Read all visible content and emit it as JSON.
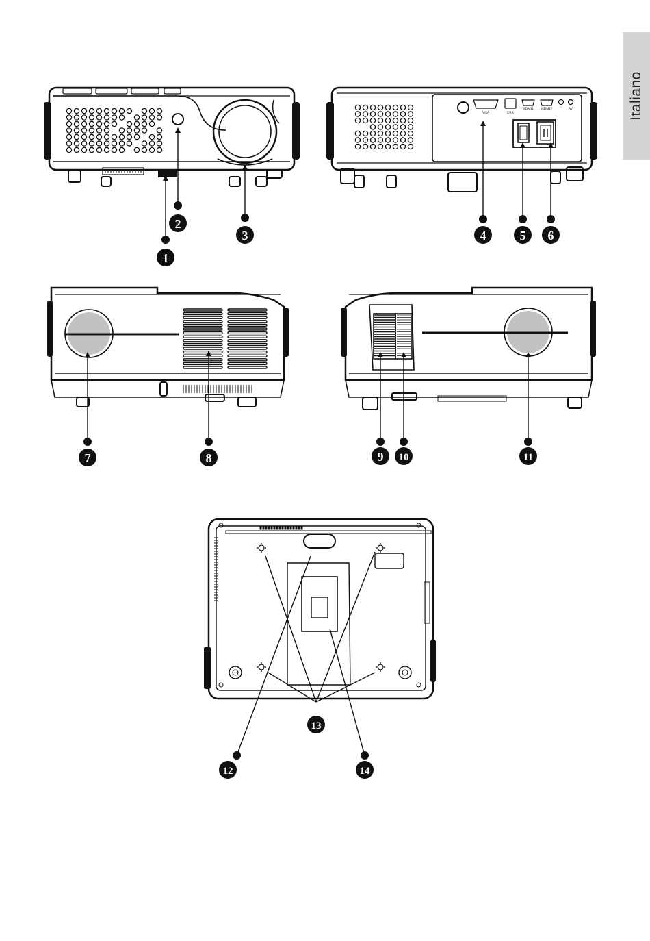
{
  "language_tab": {
    "label": "Italiano"
  },
  "port_labels": {
    "vga": "VGA",
    "usb": "USB",
    "hdmi1": "HDMI1",
    "hdmi2": "HDMI2",
    "audio": "∩",
    "av": "AV"
  },
  "callouts": [
    "1",
    "2",
    "3",
    "4",
    "5",
    "6",
    "7",
    "8",
    "9",
    "10",
    "11",
    "12",
    "13",
    "14"
  ],
  "views": [
    "front-view",
    "rear-view",
    "left-side-view",
    "right-side-view",
    "bottom-view"
  ]
}
